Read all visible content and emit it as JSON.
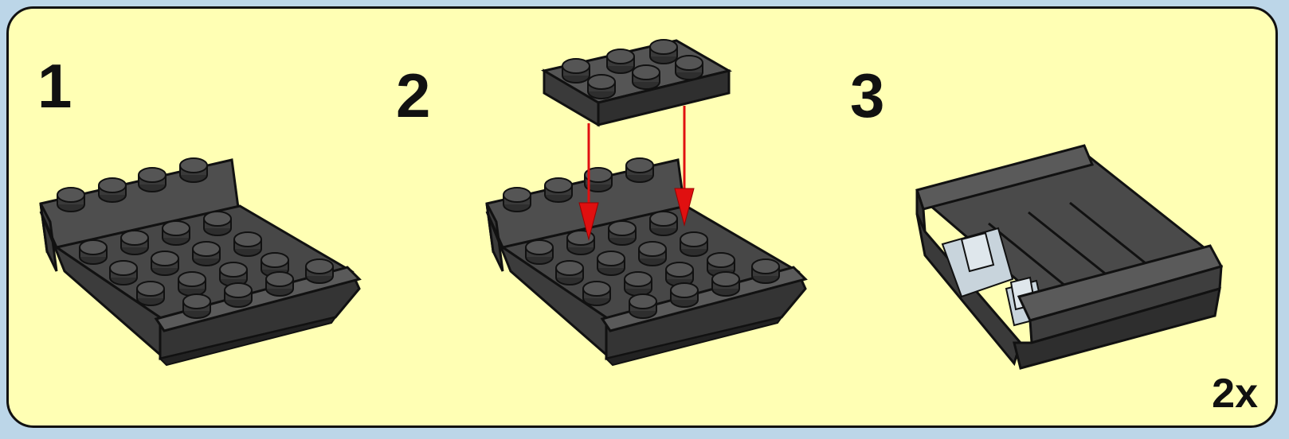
{
  "steps": [
    {
      "number": "1"
    },
    {
      "number": "2"
    },
    {
      "number": "3"
    }
  ],
  "multiplier": "2x",
  "colors": {
    "background": "#ffffb4",
    "brick": "#4a4a4a",
    "brick_dark": "#2e2e2e",
    "brick_light": "#5e5e5e",
    "arrow": "#e01010",
    "light_part": "#c8d4dc"
  }
}
